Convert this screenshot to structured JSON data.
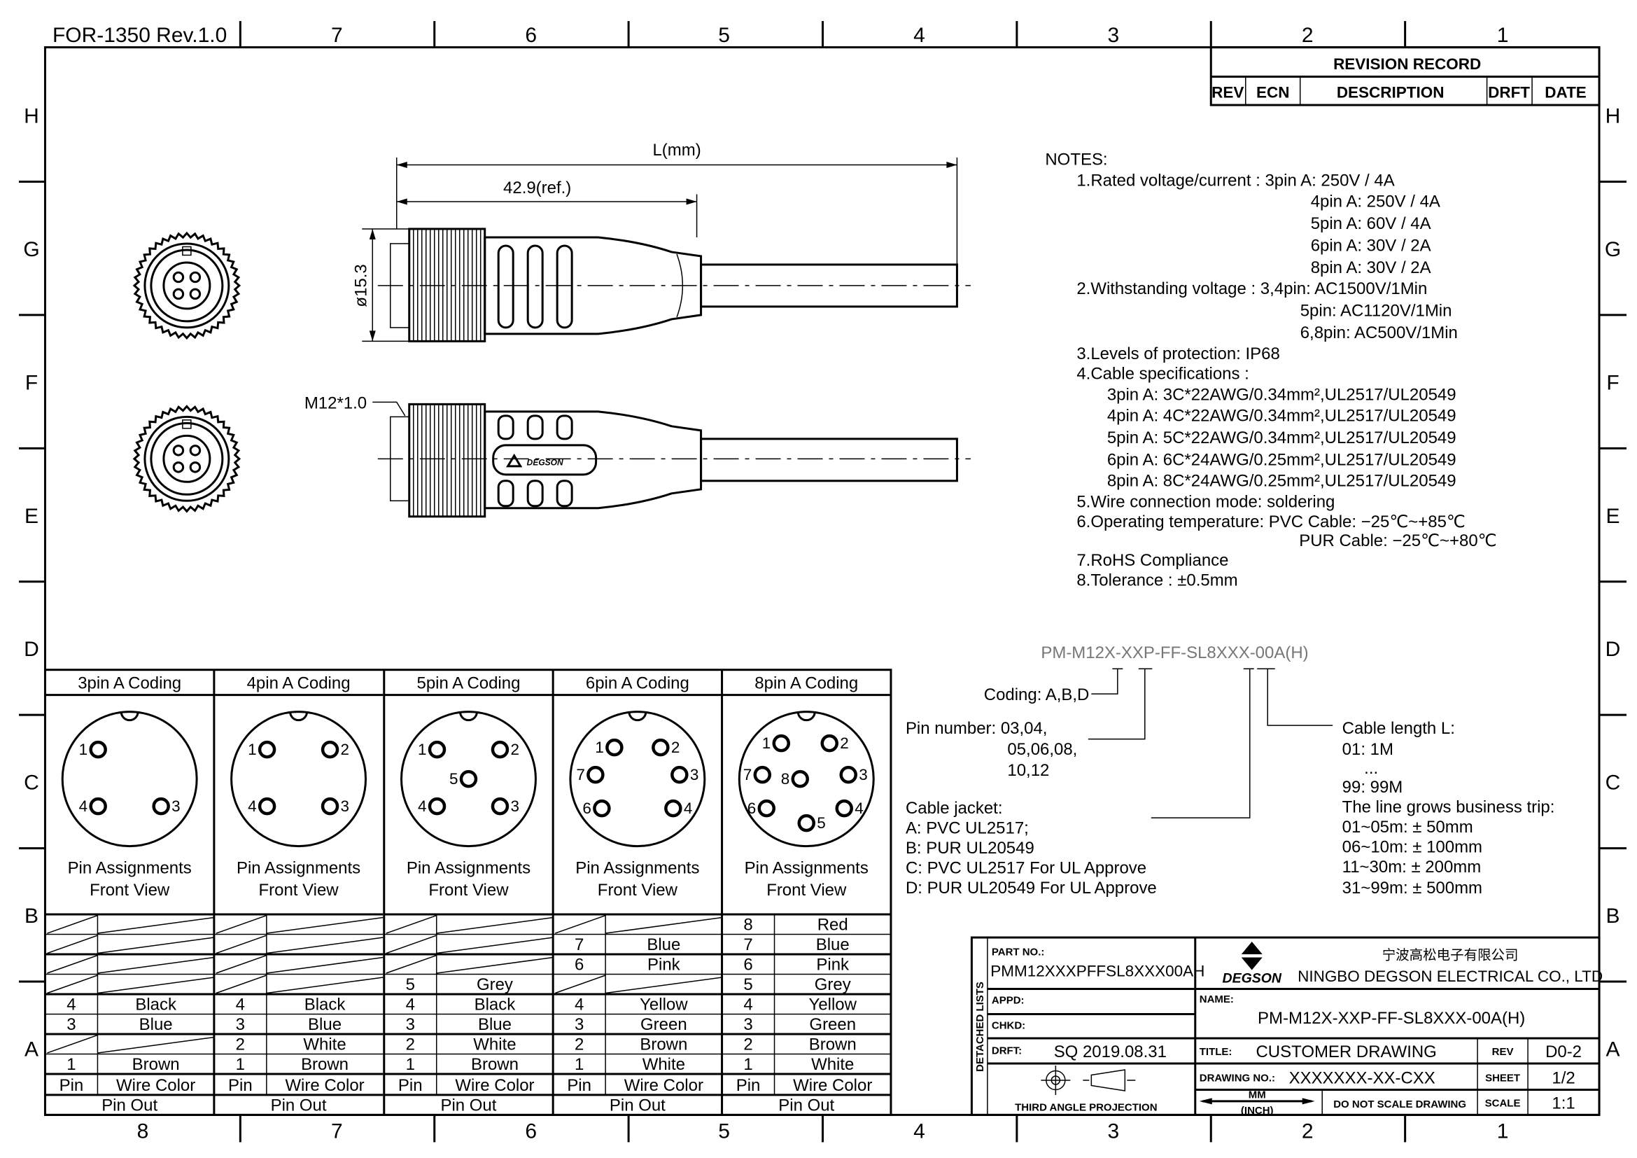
{
  "frame": {
    "form_id": "FOR-1350 Rev.1.0",
    "top_zones": [
      "7",
      "6",
      "5",
      "4",
      "3",
      "2",
      "1"
    ],
    "bottom_zones": [
      "8",
      "7",
      "6",
      "5",
      "4",
      "3",
      "2",
      "1"
    ],
    "side_zones": [
      "H",
      "G",
      "F",
      "E",
      "D",
      "C",
      "B",
      "A"
    ]
  },
  "revision_record": {
    "title": "REVISION RECORD",
    "columns": [
      "REV",
      "ECN",
      "DESCRIPTION",
      "DRFT",
      "DATE"
    ]
  },
  "dimensions": {
    "length": "L(mm)",
    "ref": "42.9(ref.)",
    "diameter": "ø15.3",
    "thread": "M12*1.0",
    "logo_text": "DEGSON"
  },
  "notes": {
    "title": "NOTES:",
    "lines": [
      "1.Rated voltage/current :  3pin  A: 250V  /  4A",
      "4pin  A: 250V  /  4A",
      "5pin  A: 60V  /  4A",
      "6pin  A: 30V  /  2A",
      "8pin  A: 30V  /  2A",
      "2.Withstanding voltage :  3,4pin: AC1500V/1Min",
      "5pin: AC1120V/1Min",
      "6,8pin: AC500V/1Min",
      "3.Levels of protection: IP68",
      "4.Cable specifications :",
      "3pin  A: 3C*22AWG/0.34mm²,UL2517/UL20549",
      "4pin  A: 4C*22AWG/0.34mm²,UL2517/UL20549",
      "5pin  A: 5C*22AWG/0.34mm²,UL2517/UL20549",
      "6pin  A: 6C*24AWG/0.25mm²,UL2517/UL20549",
      "8pin  A: 8C*24AWG/0.25mm²,UL2517/UL20549",
      "5.Wire connection mode: soldering",
      "6.Operating temperature: PVC Cable: −25℃~+85℃",
      "PUR Cable: −25℃~+80℃",
      "7.RoHS Compliance",
      "8.Tolerance : ±0.5mm"
    ]
  },
  "ordering_code": {
    "code": "PM-M12X-XXP-FF-SL8XXX-00A(H)",
    "coding": "Coding: A,B,D",
    "pin_number": [
      "Pin number: 03,04,",
      "05,06,08,",
      "10,12"
    ],
    "cable_jacket": [
      "Cable jacket:",
      "A: PVC UL2517;",
      "B: PUR UL20549",
      "C: PVC UL2517 For UL Approve",
      "D: PUR UL20549 For UL Approve"
    ],
    "cable_length": [
      "Cable length L:",
      "01: 1M",
      "...",
      "99: 99M",
      "The line grows business trip:",
      "01~05m: ± 50mm",
      "06~10m: ± 100mm",
      "11~30m: ± 200mm",
      "31~99m: ± 500mm"
    ]
  },
  "pin_tables": {
    "assign_label": "Pin Assignments",
    "view_label": "Front View",
    "pin_header": "Pin",
    "color_header": "Wire Color",
    "footer": "Pin Out",
    "connectors": [
      {
        "title": "3pin  A  Coding",
        "pins": [
          "1",
          "4",
          "3"
        ],
        "wires": [
          null,
          null,
          null,
          null,
          [
            "4",
            "Black"
          ],
          [
            "3",
            "Blue"
          ],
          null,
          [
            "1",
            "Brown"
          ]
        ]
      },
      {
        "title": "4pin  A  Coding",
        "pins": [
          "1",
          "2",
          "4",
          "3"
        ],
        "wires": [
          null,
          null,
          null,
          null,
          [
            "4",
            "Black"
          ],
          [
            "3",
            "Blue"
          ],
          [
            "2",
            "White"
          ],
          [
            "1",
            "Brown"
          ]
        ]
      },
      {
        "title": "5pin  A  Coding",
        "pins": [
          "1",
          "2",
          "5",
          "4",
          "3"
        ],
        "wires": [
          null,
          null,
          null,
          [
            "5",
            "Grey"
          ],
          [
            "4",
            "Black"
          ],
          [
            "3",
            "Blue"
          ],
          [
            "2",
            "White"
          ],
          [
            "1",
            "Brown"
          ]
        ]
      },
      {
        "title": "6pin  A  Coding",
        "pins": [
          "1",
          "2",
          "7",
          "3",
          "6",
          "4"
        ],
        "wires": [
          null,
          [
            "7",
            "Blue"
          ],
          [
            "6",
            "Pink"
          ],
          null,
          [
            "4",
            "Yellow"
          ],
          [
            "3",
            "Green"
          ],
          [
            "2",
            "Brown"
          ],
          [
            "1",
            "White"
          ]
        ]
      },
      {
        "title": "8pin  A  Coding",
        "pins": [
          "1",
          "2",
          "7",
          "8",
          "3",
          "6",
          "5",
          "4"
        ],
        "wires": [
          [
            "8",
            "Red"
          ],
          [
            "7",
            "Blue"
          ],
          [
            "6",
            "Pink"
          ],
          [
            "5",
            "Grey"
          ],
          [
            "4",
            "Yellow"
          ],
          [
            "3",
            "Green"
          ],
          [
            "2",
            "Brown"
          ],
          [
            "1",
            "White"
          ]
        ]
      }
    ]
  },
  "title_block": {
    "detached_lists": "DETACHED LISTS",
    "part_no_label": "PART NO.:",
    "part_no": "PMM12XXXPFFSL8XXX00AH",
    "company_logo": "DEGSON",
    "company_cn": "宁波高松电子有限公司",
    "company_en": "NINGBO DEGSON ELECTRICAL CO., LTD",
    "appd_label": "APPD:",
    "chkd_label": "CHKD:",
    "name_label": "NAME:",
    "name": "PM-M12X-XXP-FF-SL8XXX-00A(H)",
    "drft_label": "DRFT:",
    "drft": "SQ  2019.08.31",
    "title_label": "TITLE:",
    "title": "CUSTOMER DRAWING",
    "rev_label": "REV",
    "rev": "D0-2",
    "projection": "THIRD ANGLE PROJECTION",
    "drawing_no_label": "DRAWING NO.:",
    "drawing_no": "XXXXXXX-XX-CXX",
    "sheet_label": "SHEET",
    "sheet": "1/2",
    "unit_mm": "MM",
    "unit_inch": "(INCH)",
    "do_not_scale": "DO NOT SCALE DRAWING",
    "scale_label": "SCALE",
    "scale": "1:1"
  }
}
